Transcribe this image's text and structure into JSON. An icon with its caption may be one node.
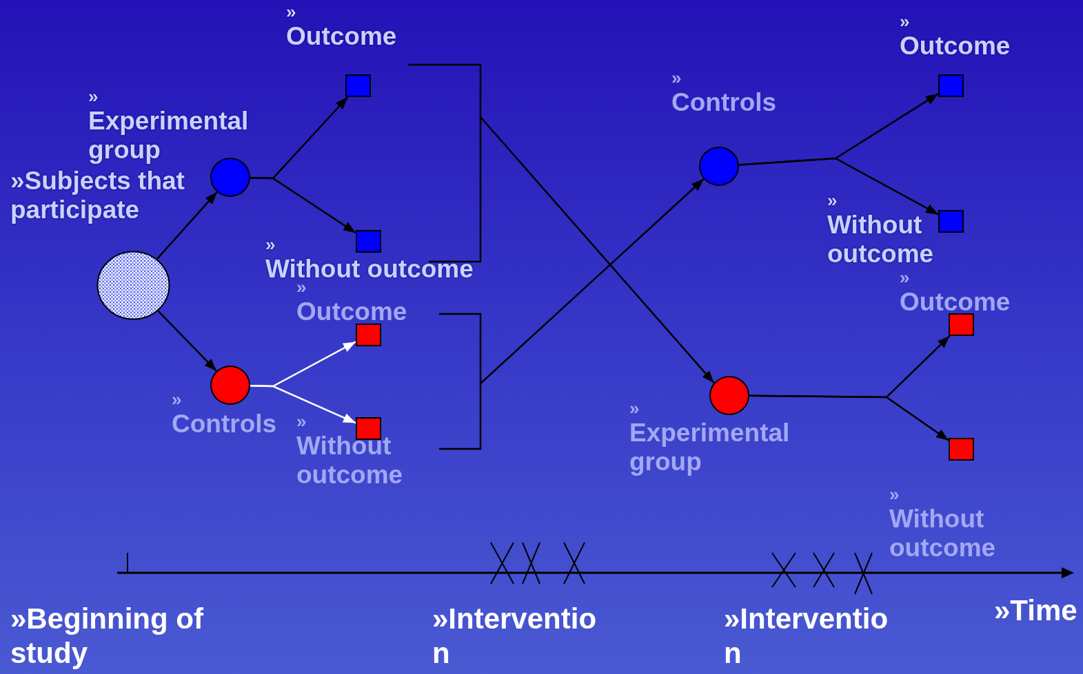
{
  "diagram": {
    "nodes": [
      {
        "text": [],
        "shape": "circle",
        "beside": [
          "»Subjects that participate"
        ]
      },
      {
        "text": [],
        "shape": "circle",
        "beside": [
          "» Experimental group"
        ]
      },
      {
        "text": [],
        "shape": "circle",
        "beside": [
          "» Controls"
        ]
      },
      {
        "text": [],
        "shape": "box",
        "beside": [
          "» Outcome"
        ]
      },
      {
        "text": [],
        "shape": "box",
        "beside": [
          "» Without outcome"
        ]
      },
      {
        "text": [],
        "shape": "box",
        "beside": [
          "» Outcome"
        ]
      },
      {
        "text": [],
        "shape": "box",
        "beside": [
          "» Without outcome"
        ]
      },
      {
        "text": [],
        "shape": "bracket"
      },
      {
        "text": [],
        "shape": "bracket"
      },
      {
        "text": [],
        "shape": "circle",
        "beside": [
          "» Controls"
        ]
      },
      {
        "text": [],
        "shape": "circle",
        "beside": [
          "» Experimental group"
        ]
      },
      {
        "text": [],
        "shape": "box",
        "beside": [
          "» Outcome"
        ]
      },
      {
        "text": [],
        "shape": "box",
        "beside": [
          "» Without outcome"
        ]
      },
      {
        "text": [],
        "shape": "box",
        "beside": [
          "» Outcome"
        ]
      },
      {
        "text": [],
        "shape": "box",
        "beside": [
          "» Without outcome"
        ]
      }
    ],
    "edges": [
      {
        "from": 0,
        "to": 1,
        "arrow": "to"
      },
      {
        "from": 0,
        "to": 2,
        "arrow": "to"
      },
      {
        "from": 1,
        "to": 3,
        "arrow": "to"
      },
      {
        "from": 1,
        "to": 4,
        "arrow": "to"
      },
      {
        "from": 2,
        "to": 5,
        "arrow": "to",
        "color": "#ffffff"
      },
      {
        "from": 2,
        "to": 6,
        "arrow": "to",
        "color": "#ffffff"
      },
      {
        "from": 7,
        "to": 10,
        "arrow": "to"
      },
      {
        "from": 8,
        "to": 9,
        "arrow": "to"
      },
      {
        "from": 9,
        "to": 11,
        "arrow": "to"
      },
      {
        "from": 9,
        "to": 12,
        "arrow": "to"
      },
      {
        "from": 10,
        "to": 13,
        "arrow": "to"
      },
      {
        "from": 10,
        "to": 14,
        "arrow": "to"
      }
    ],
    "labels": [
      "»Time",
      "»Beginning of study",
      "»Intervention",
      "»Intervention"
    ]
  }
}
